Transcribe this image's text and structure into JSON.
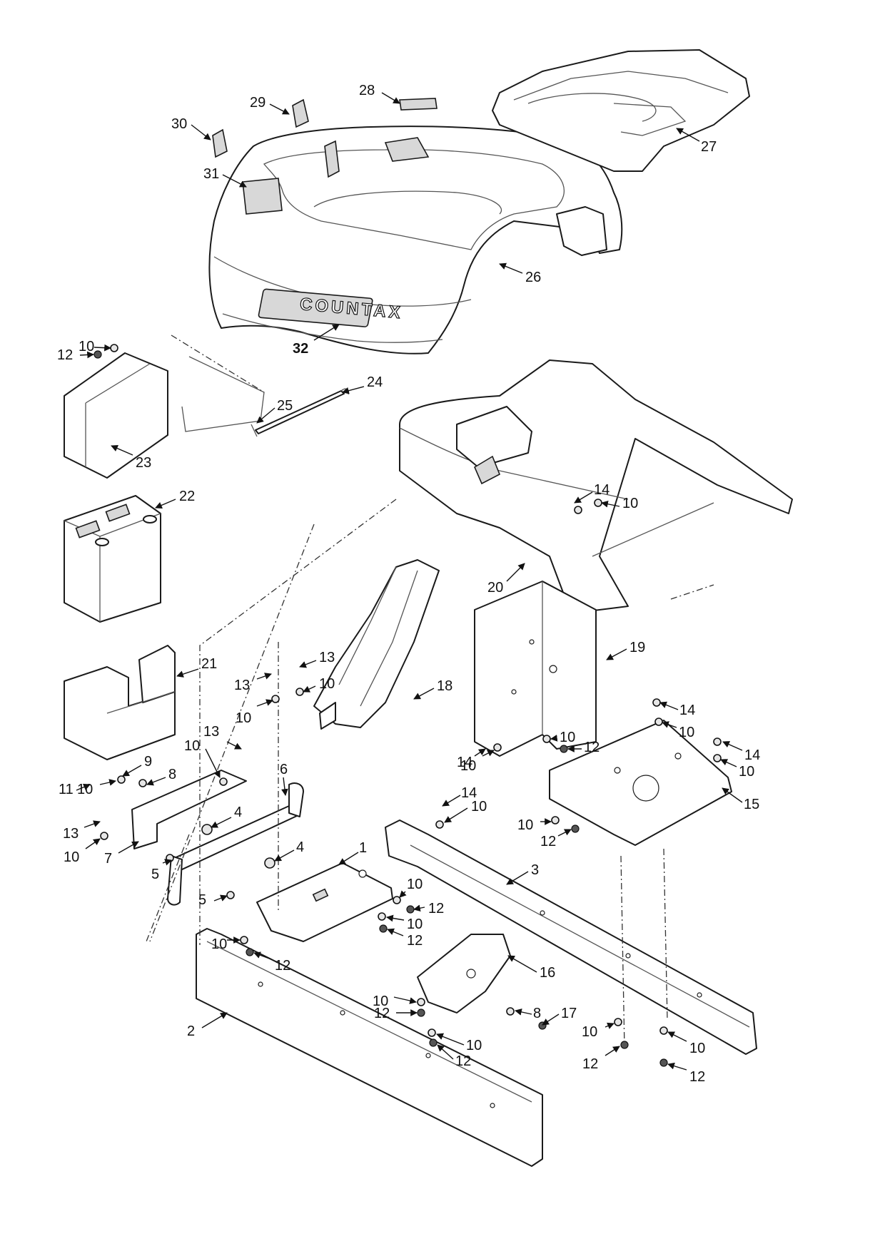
{
  "brand_badge": "COUNTAX",
  "callouts": [
    "1",
    "2",
    "3",
    "4",
    "5",
    "6",
    "7",
    "8",
    "9",
    "10",
    "11",
    "12",
    "13",
    "14",
    "15",
    "16",
    "17",
    "18",
    "19",
    "20",
    "21",
    "22",
    "23",
    "24",
    "25",
    "26",
    "27",
    "28",
    "29",
    "30",
    "31",
    "32"
  ]
}
